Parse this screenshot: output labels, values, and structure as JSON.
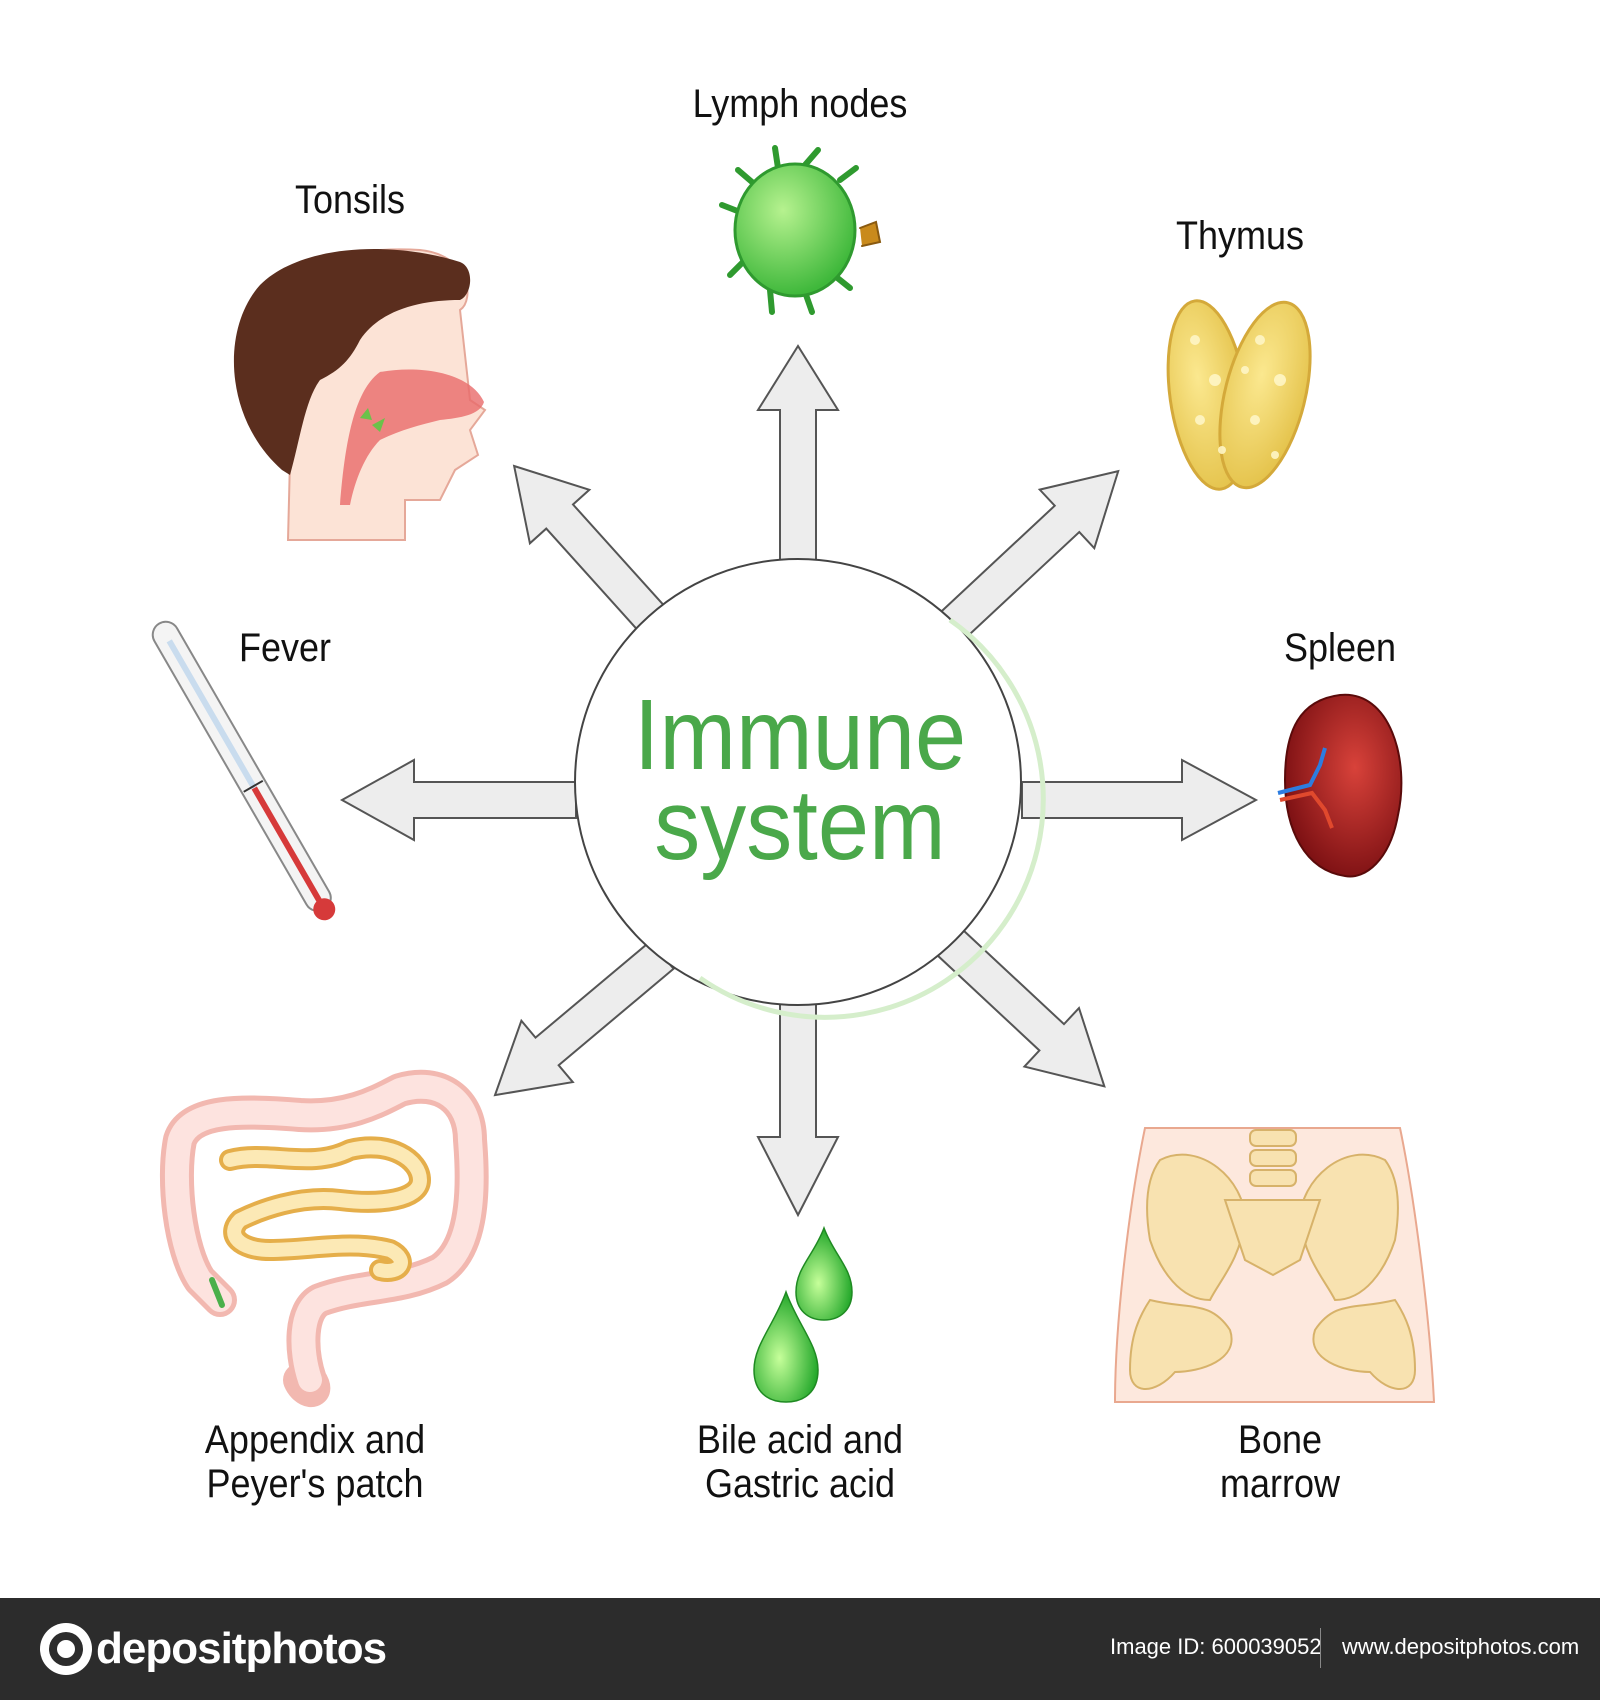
{
  "center": {
    "line1": "Immune",
    "line2": "system",
    "color": "#4aa84a"
  },
  "labels": {
    "lymph_nodes": "Lymph nodes",
    "tonsils": "Tonsils",
    "thymus": "Thymus",
    "fever": "Fever",
    "spleen": "Spleen",
    "appendix_line1": "Appendix and",
    "appendix_line2": "Peyer's patch",
    "bile_line1": "Bile acid and",
    "bile_line2": "Gastric acid",
    "bone_line1": "Bone",
    "bone_line2": "marrow"
  },
  "footer": {
    "logo": "depositphotos",
    "image_id": "Image ID: 600039052",
    "site": "www.depositphotos.com"
  },
  "colors": {
    "arrow_fill": "#ededed",
    "arrow_stroke": "#555555",
    "footer_bg": "#2c2c2c"
  }
}
